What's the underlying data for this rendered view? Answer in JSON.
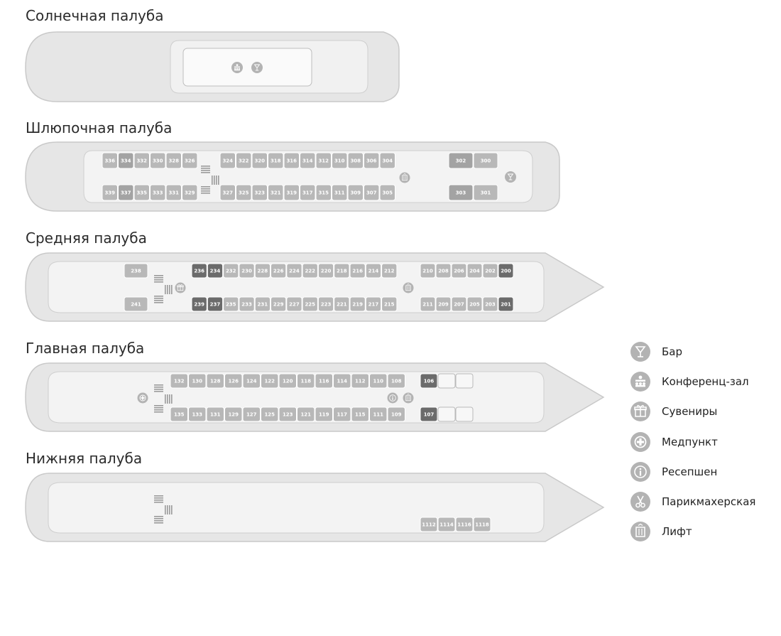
{
  "decks": [
    {
      "id": "sun",
      "title": "Солнечная палуба",
      "icons": [
        "conference-icon",
        "bar-icon"
      ],
      "cabins": []
    },
    {
      "id": "boat",
      "title": "Шлюпочная палуба",
      "icons": [
        "stairs-icon",
        "elevator-icon",
        "bar-icon"
      ],
      "cabins_top_left": [
        "336",
        "334",
        "332",
        "330",
        "328",
        "326"
      ],
      "cabins_top_mid": [
        "324",
        "322",
        "320",
        "318",
        "316",
        "314",
        "312",
        "310",
        "308",
        "306",
        "304"
      ],
      "cabins_top_right": [
        "302",
        "300"
      ],
      "cabins_bottom_left": [
        "339",
        "337",
        "335",
        "333",
        "331",
        "329"
      ],
      "cabins_bottom_mid": [
        "327",
        "325",
        "323",
        "321",
        "319",
        "317",
        "315",
        "311",
        "309",
        "307",
        "305"
      ],
      "cabins_bottom_right": [
        "303",
        "301"
      ]
    },
    {
      "id": "middle",
      "title": "Средняя палуба",
      "icons": [
        "stairs-icon",
        "souvenirs-icon",
        "elevator-icon"
      ],
      "cabins_top_left": [
        "238"
      ],
      "cabins_top_mid": [
        "236",
        "234",
        "232",
        "230",
        "228",
        "226",
        "224",
        "222",
        "220",
        "218",
        "216",
        "214",
        "212"
      ],
      "cabins_top_right": [
        "210",
        "208",
        "206",
        "204",
        "202",
        "200"
      ],
      "cabins_bottom_left": [
        "241"
      ],
      "cabins_bottom_mid": [
        "239",
        "237",
        "235",
        "233",
        "231",
        "229",
        "227",
        "225",
        "223",
        "221",
        "219",
        "217",
        "215"
      ],
      "cabins_bottom_right": [
        "211",
        "209",
        "207",
        "205",
        "203",
        "201"
      ]
    },
    {
      "id": "main",
      "title": "Главная палуба",
      "icons": [
        "medical-icon",
        "stairs-icon",
        "reception-icon",
        "elevator-icon"
      ],
      "cabins_top_mid": [
        "132",
        "130",
        "128",
        "126",
        "124",
        "122",
        "120",
        "118",
        "116",
        "114",
        "112",
        "110",
        "108"
      ],
      "cabins_top_right": [
        "106",
        "",
        ""
      ],
      "cabins_bottom_mid": [
        "135",
        "133",
        "131",
        "129",
        "127",
        "125",
        "123",
        "121",
        "119",
        "117",
        "115",
        "111",
        "109"
      ],
      "cabins_bottom_right": [
        "107",
        "",
        ""
      ]
    },
    {
      "id": "lower",
      "title": "Нижняя палуба",
      "icons": [
        "stairs-icon"
      ],
      "cabins_bottom_mid": [
        "1112",
        "1114",
        "1116",
        "1118"
      ]
    }
  ],
  "legend": [
    {
      "icon": "bar-icon",
      "label": "Бар"
    },
    {
      "icon": "conference-icon",
      "label": "Конференц-зал"
    },
    {
      "icon": "souvenirs-icon",
      "label": "Сувениры"
    },
    {
      "icon": "medical-icon",
      "label": "Медпункт"
    },
    {
      "icon": "reception-icon",
      "label": "Ресепшен"
    },
    {
      "icon": "barber-icon",
      "label": "Парикмахерская"
    },
    {
      "icon": "elevator-icon",
      "label": "Лифт"
    }
  ],
  "colors": {
    "hull": "#e6e6e6",
    "hull_stroke": "#c9c9c9",
    "deck_floor": "#f3f3f3",
    "cabin_light": "#b8b8b8",
    "cabin_mid": "#a3a3a3",
    "cabin_dark": "#6b6b6b",
    "cabin_empty": "#f7f7f7",
    "icon_bg": "#b3b3b3"
  },
  "cabin_shades": {
    "334": "mid",
    "337": "mid",
    "302": "mid",
    "303": "mid",
    "236": "dark",
    "234": "dark",
    "239": "dark",
    "237": "dark",
    "200": "dark",
    "201": "dark",
    "106": "dark",
    "107": "dark"
  }
}
